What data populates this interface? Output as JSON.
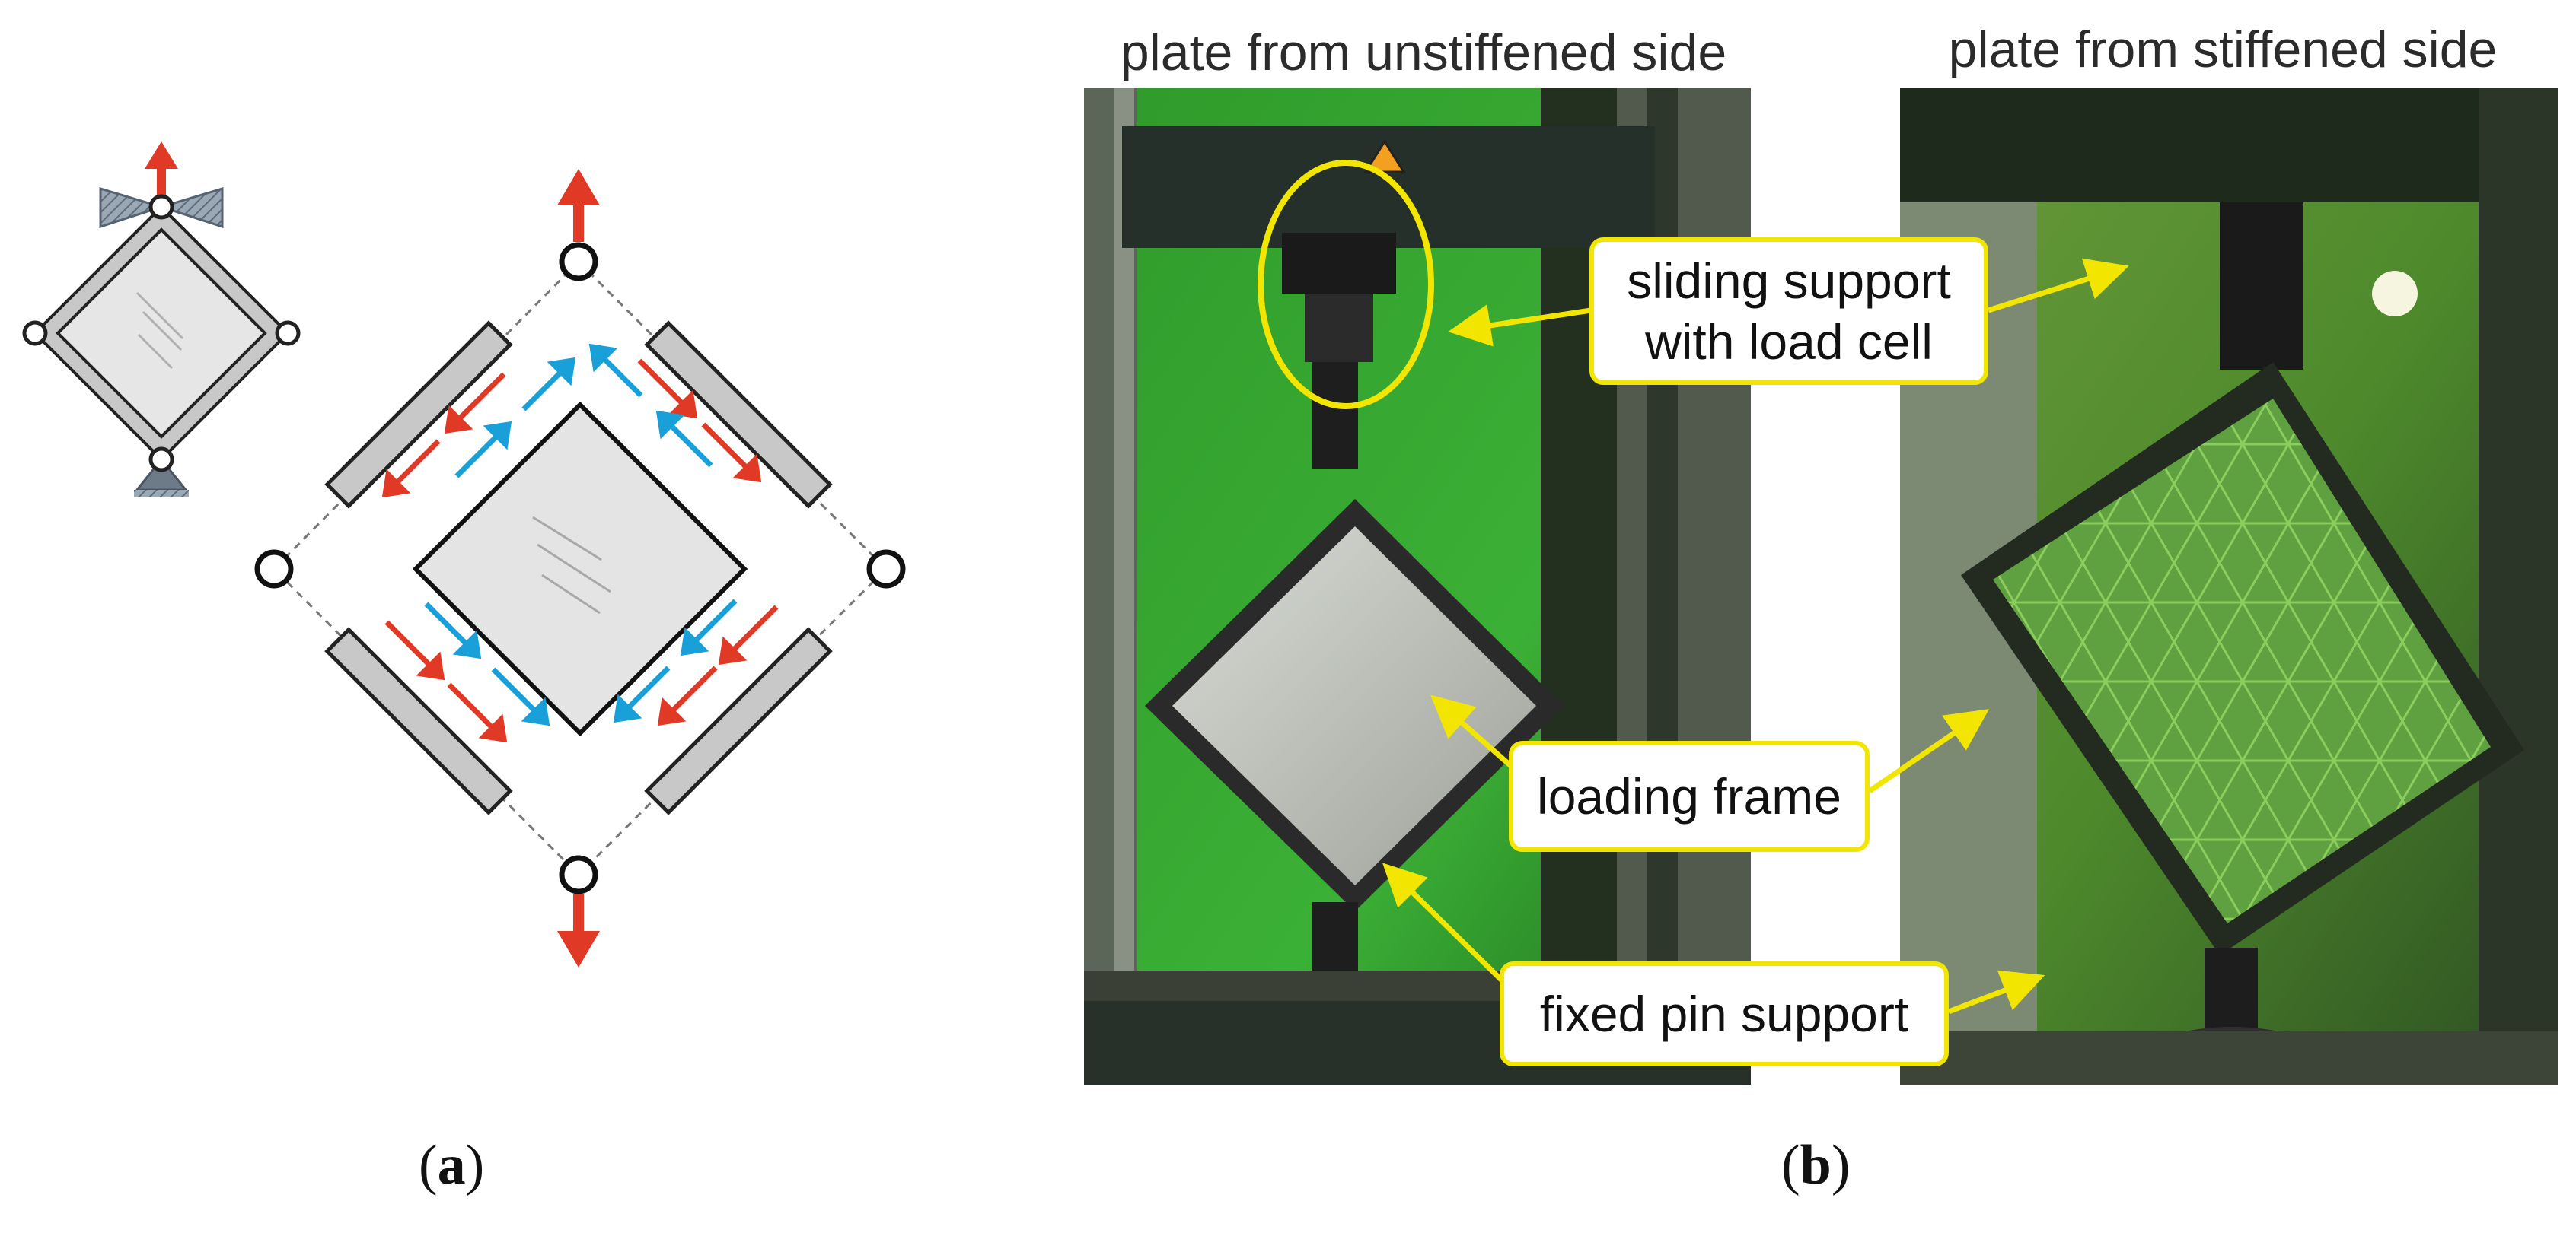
{
  "panel_a": {
    "label_letter": "a"
  },
  "panel_b": {
    "label_letter": "b",
    "left_photo_title": "plate from unstiffened side",
    "right_photo_title": "plate from stiffened side",
    "callouts": {
      "sliding_support_line1": "sliding support",
      "sliding_support_line2": "with load cell",
      "loading_frame": "loading frame",
      "fixed_pin_support": "fixed pin support"
    }
  },
  "colors": {
    "tension_arrow": "#e03a26",
    "red_shear_arrow": "#e03a26",
    "blue_shear_arrow": "#1aa0d8",
    "plate_fill": "#e4e4e4",
    "frame_bar_fill": "#c8c8c8",
    "callout_border": "#f2e600",
    "lab_green": "#3aa32c"
  }
}
